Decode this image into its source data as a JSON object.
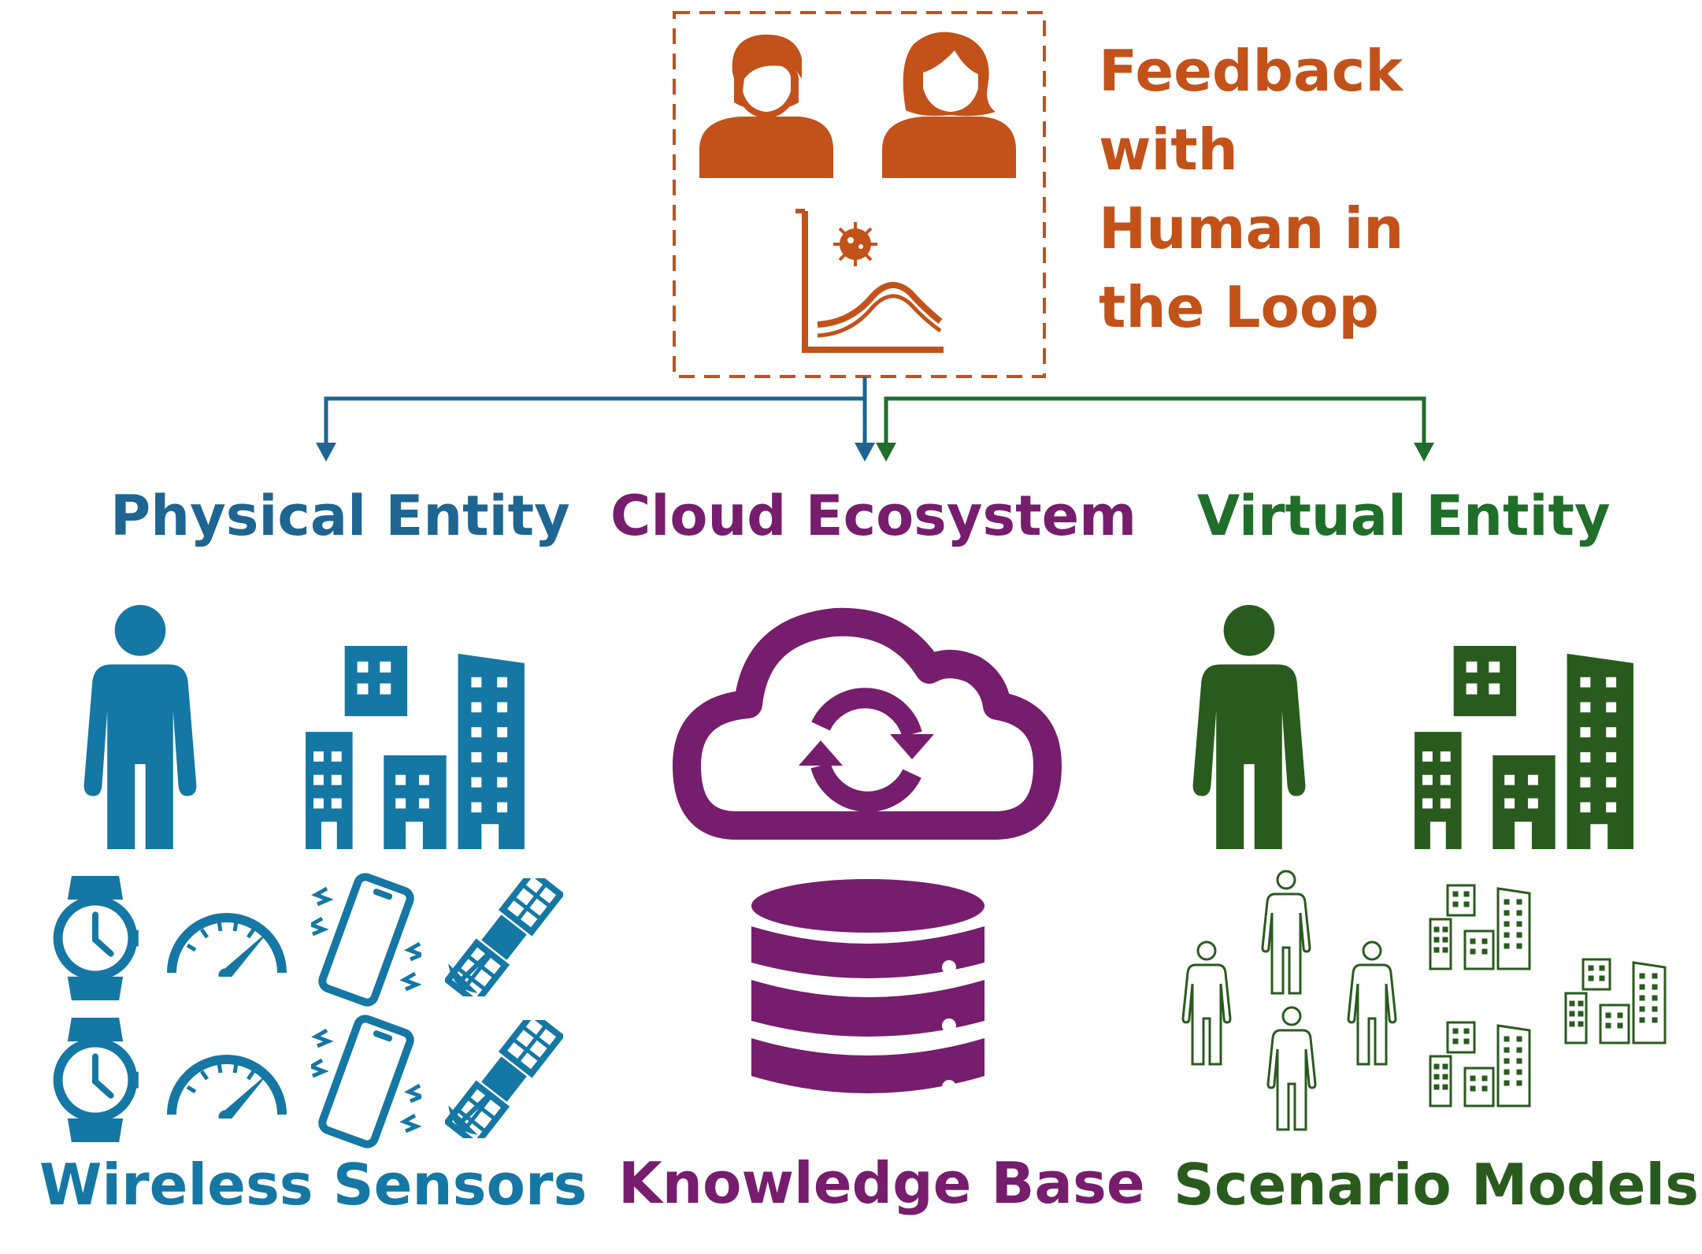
{
  "colors": {
    "orange": "#C2521A",
    "blue": "#1577A4",
    "navy_blue": "#1E6591",
    "purple": "#771D6D",
    "green": "#2A5B1E",
    "arrow_green": "#1F6E2A"
  },
  "feedback": {
    "lines": [
      "Feedback",
      "with",
      "Human in",
      "the Loop"
    ],
    "icons": [
      "man-icon",
      "woman-icon",
      "epidemic-curve-icon"
    ]
  },
  "physical": {
    "title": "Physical Entity",
    "caption": "Wireless Sensors",
    "icons": [
      "person-icon",
      "buildings-icon",
      "smartwatch-icon",
      "speedometer-icon",
      "vibrating-phone-icon",
      "satellite-icon"
    ]
  },
  "cloud": {
    "title": "Cloud Ecosystem",
    "caption": "Knowledge Base",
    "icons": [
      "cloud-sync-icon",
      "database-icon"
    ]
  },
  "virtual": {
    "title": "Virtual Entity",
    "caption": "Scenario Models",
    "icons": [
      "person-icon",
      "buildings-icon",
      "person-outline-icon",
      "buildings-outline-icon"
    ]
  }
}
